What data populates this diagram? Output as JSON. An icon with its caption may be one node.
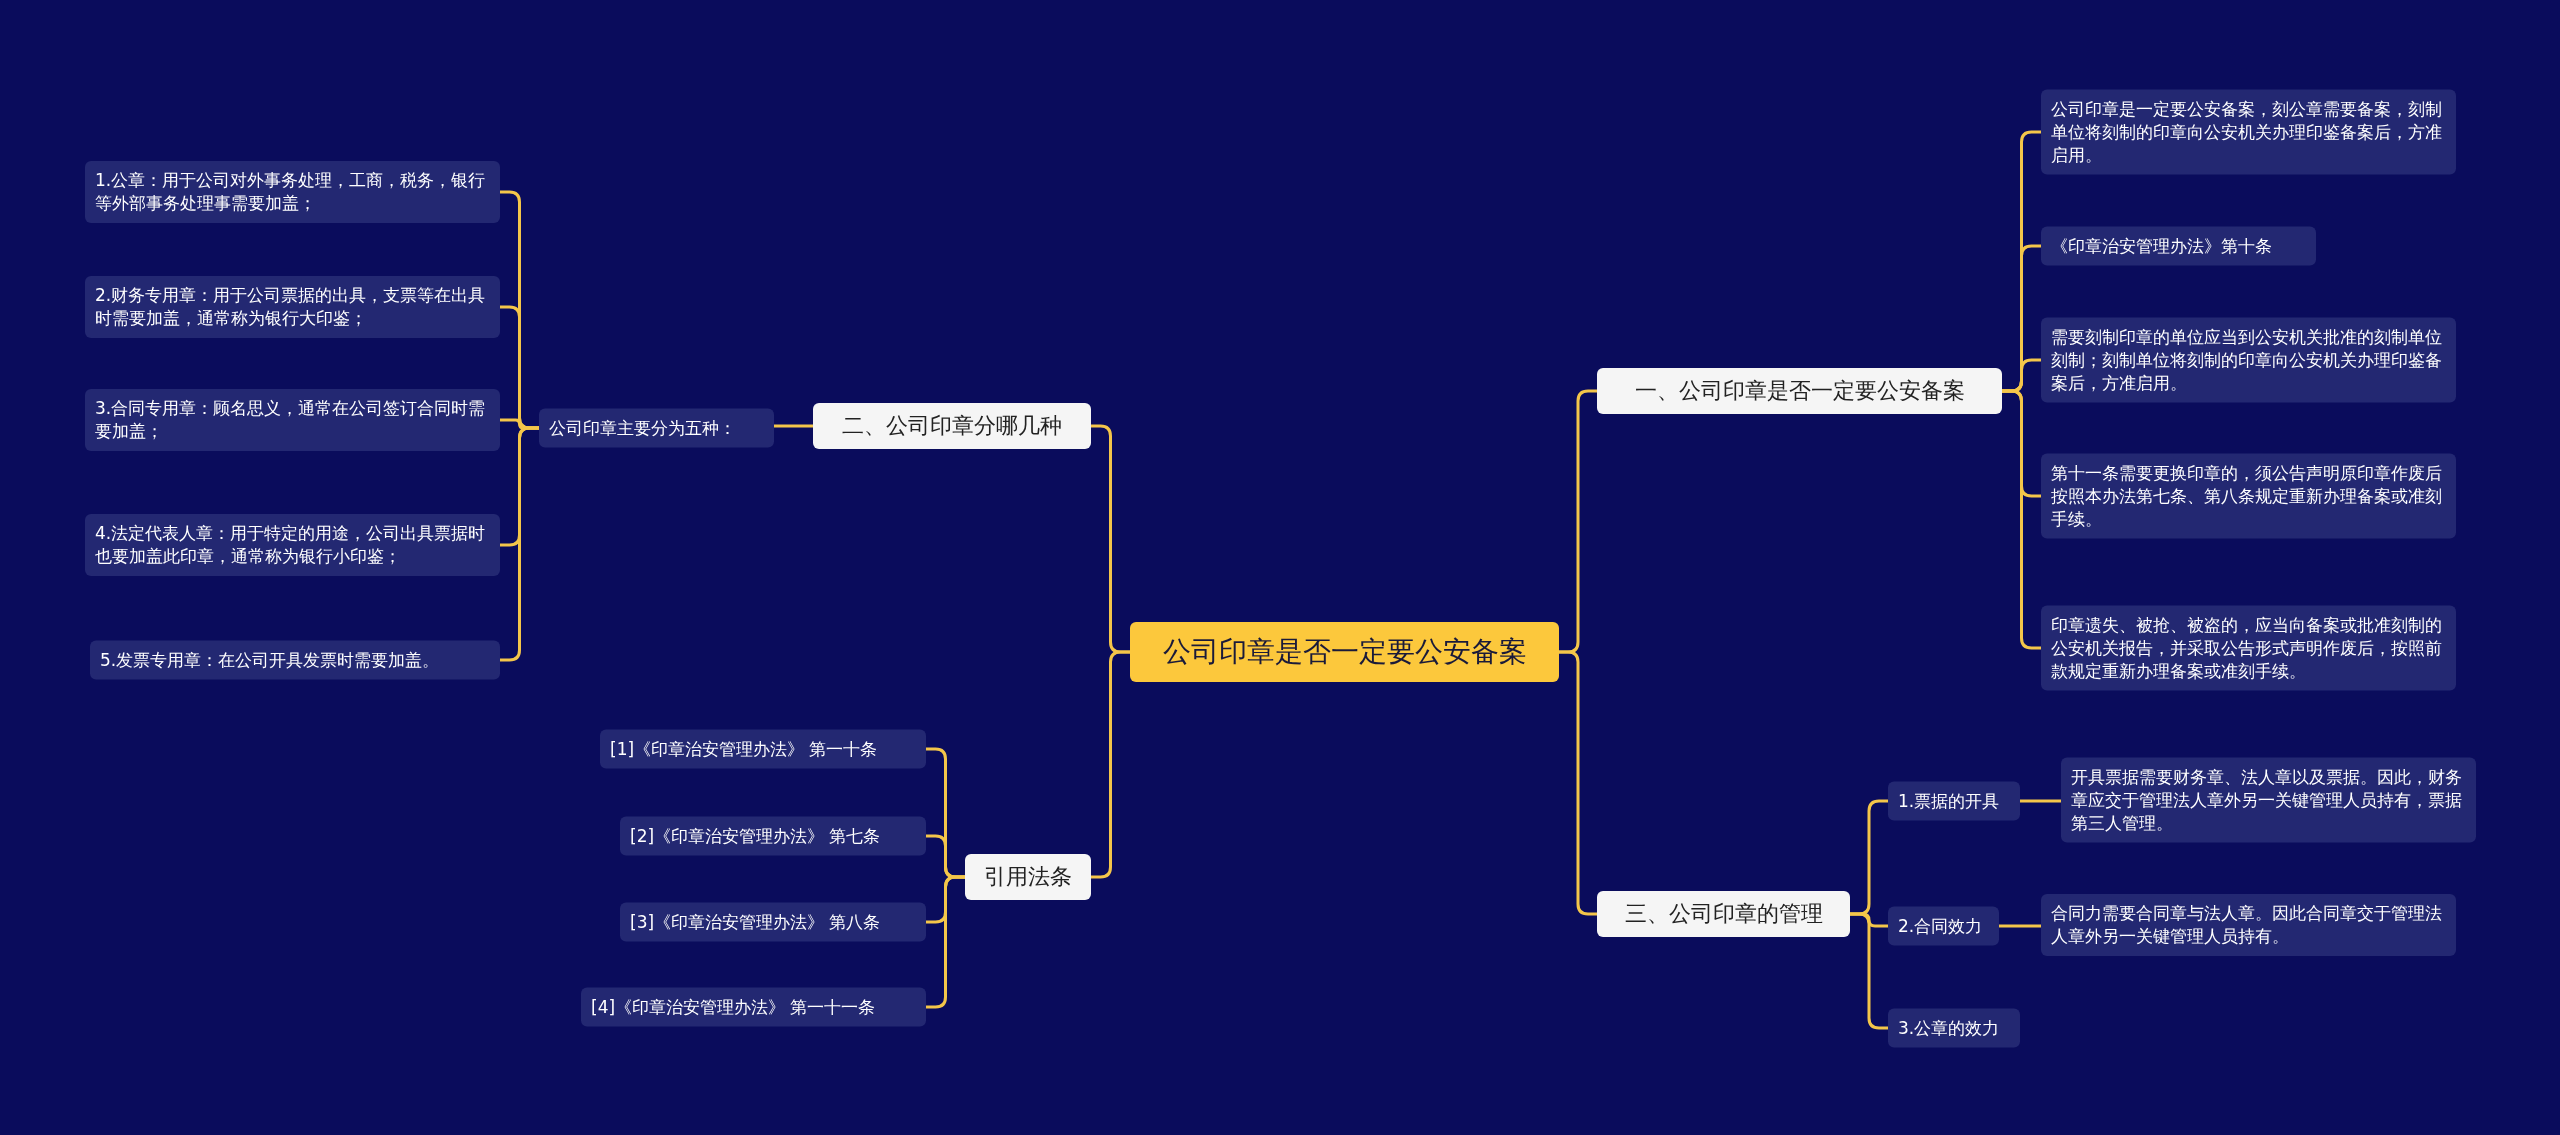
{
  "diagram": {
    "nodes": [
      {
        "text": [
          "公司印章是否一定要公安备案"
        ]
      },
      {
        "text": [
          "一、公司印章是否一定要公安备案"
        ]
      },
      {
        "text": [
          "公司印章是一定要公安备案，刻公章需要备案，刻制单位将刻制的印章向公安机关办理印鉴备案后，方准启用。"
        ]
      },
      {
        "text": [
          "《印章治安管理办法》第十条"
        ]
      },
      {
        "text": [
          "需要刻制印章的单位应当到公安机关批准的刻制单位刻制；刻制单位将刻制的印章向公安机关办理印鉴备案后，方准启用。"
        ]
      },
      {
        "text": [
          "第十一条需要更换印章的，须公告声明原印章作废后按照本办法第七条、第八条规定重新办理备案或准刻手续。"
        ]
      },
      {
        "text": [
          "印章遗失、被抢、被盗的，应当向备案或批准刻制的公安机关报告，并采取公告形式声明作废后，按照前款规定重新办理备案或准刻手续。"
        ]
      },
      {
        "text": [
          "三、公司印章的管理"
        ]
      },
      {
        "text": [
          "1.票据的开具"
        ]
      },
      {
        "text": [
          "开具票据需要财务章、法人章以及票据。因此，财务章应交于管理法人章外另一关键管理人员持有，票据第三人管理。"
        ]
      },
      {
        "text": [
          "2.合同效力"
        ]
      },
      {
        "text": [
          "合同力需要合同章与法人章。因此合同章交于管理法人章外另一关键管理人员持有。"
        ]
      },
      {
        "text": [
          "3.公章的效力"
        ]
      },
      {
        "text": [
          "二、公司印章分哪几种"
        ]
      },
      {
        "text": [
          "公司印章主要分为五种："
        ]
      },
      {
        "text": [
          "1.公章：用于公司对外事务处理，工商，税务，银行等外部事务处理事需要加盖；"
        ]
      },
      {
        "text": [
          "2.财务专用章：用于公司票据的出具，支票等在出具时需要加盖，通常称为银行大印鉴；"
        ]
      },
      {
        "text": [
          "3.合同专用章：顾名思义，通常在公司签订合同时需要加盖；"
        ]
      },
      {
        "text": [
          "4.法定代表人章：用于特定的用途，公司出具票据时也要加盖此印章，通常称为银行小印鉴；"
        ]
      },
      {
        "text": [
          "5.发票专用章：在公司开具发票时需要加盖。"
        ]
      },
      {
        "text": [
          "引用法条"
        ]
      },
      {
        "text": [
          "[1]《印章治安管理办法》 第一十条"
        ]
      },
      {
        "text": [
          "[2]《印章治安管理办法》 第七条"
        ]
      },
      {
        "text": [
          "[3]《印章治安管理办法》 第八条"
        ]
      },
      {
        "text": [
          "[4]《印章治安管理办法》 第一十一条"
        ]
      }
    ],
    "edges": [
      {
        "from": 0,
        "to": 1,
        "arrow": "none"
      },
      {
        "from": 1,
        "to": 2,
        "arrow": "none"
      },
      {
        "from": 1,
        "to": 3,
        "arrow": "none"
      },
      {
        "from": 1,
        "to": 4,
        "arrow": "none"
      },
      {
        "from": 1,
        "to": 5,
        "arrow": "none"
      },
      {
        "from": 1,
        "to": 6,
        "arrow": "none"
      },
      {
        "from": 0,
        "to": 7,
        "arrow": "none"
      },
      {
        "from": 7,
        "to": 8,
        "arrow": "none"
      },
      {
        "from": 8,
        "to": 9,
        "arrow": "none"
      },
      {
        "from": 7,
        "to": 10,
        "arrow": "none"
      },
      {
        "from": 10,
        "to": 11,
        "arrow": "none"
      },
      {
        "from": 7,
        "to": 12,
        "arrow": "none"
      },
      {
        "from": 0,
        "to": 13,
        "arrow": "none"
      },
      {
        "from": 13,
        "to": 14,
        "arrow": "none"
      },
      {
        "from": 14,
        "to": 15,
        "arrow": "none"
      },
      {
        "from": 14,
        "to": 16,
        "arrow": "none"
      },
      {
        "from": 14,
        "to": 17,
        "arrow": "none"
      },
      {
        "from": 14,
        "to": 18,
        "arrow": "none"
      },
      {
        "from": 14,
        "to": 19,
        "arrow": "none"
      },
      {
        "from": 0,
        "to": 20,
        "arrow": "none"
      },
      {
        "from": 20,
        "to": 21,
        "arrow": "none"
      },
      {
        "from": 20,
        "to": 22,
        "arrow": "none"
      },
      {
        "from": 20,
        "to": 23,
        "arrow": "none"
      },
      {
        "from": 20,
        "to": 24,
        "arrow": "none"
      }
    ]
  }
}
